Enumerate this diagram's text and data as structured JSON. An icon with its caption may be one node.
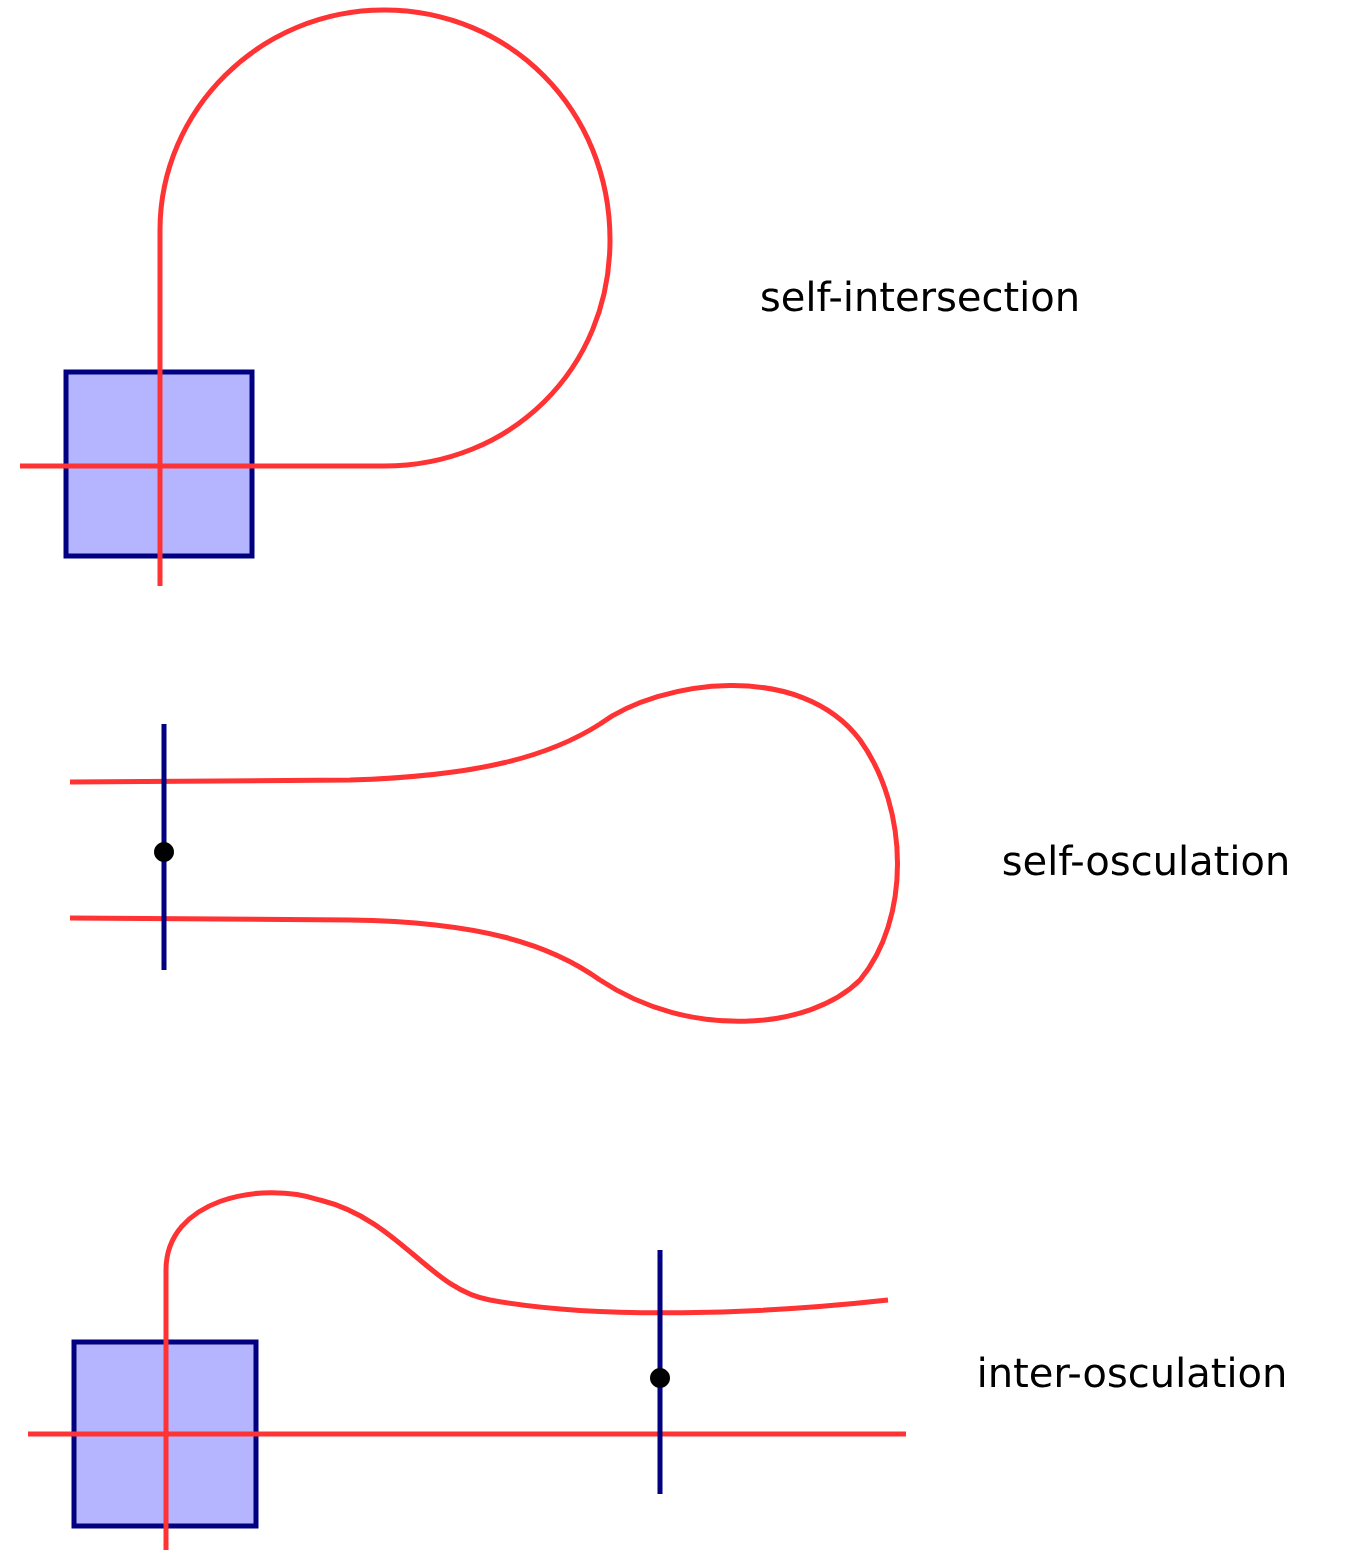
{
  "diagram": {
    "labels": [
      "self-intersection",
      "self-osculation",
      "inter-osculation"
    ]
  }
}
